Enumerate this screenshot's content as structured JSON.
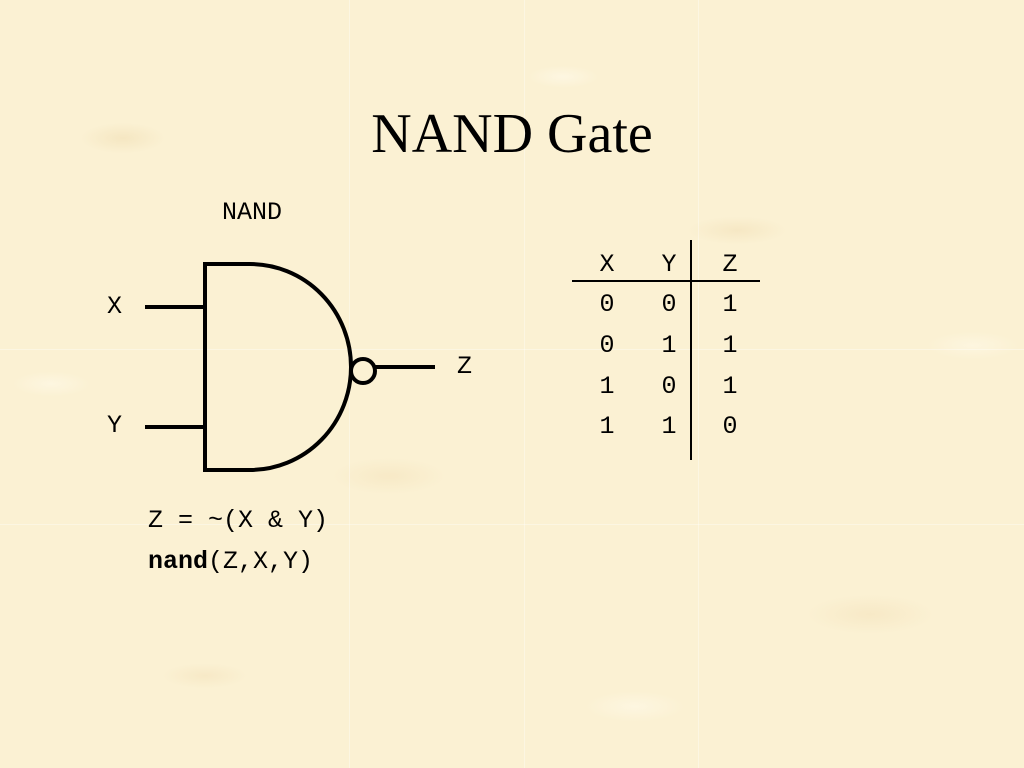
{
  "slide": {
    "title": "NAND Gate"
  },
  "gate": {
    "name": "NAND",
    "input_x": "X",
    "input_y": "Y",
    "output": "Z"
  },
  "truth_table": {
    "headers": [
      "X",
      "Y",
      "Z"
    ],
    "rows": [
      [
        "0",
        "0",
        "1"
      ],
      [
        "0",
        "1",
        "1"
      ],
      [
        "1",
        "0",
        "1"
      ],
      [
        "1",
        "1",
        "0"
      ]
    ]
  },
  "code": {
    "expression": "Z = ~(X & Y)",
    "keyword": "nand",
    "args": "(Z,X,Y)"
  }
}
